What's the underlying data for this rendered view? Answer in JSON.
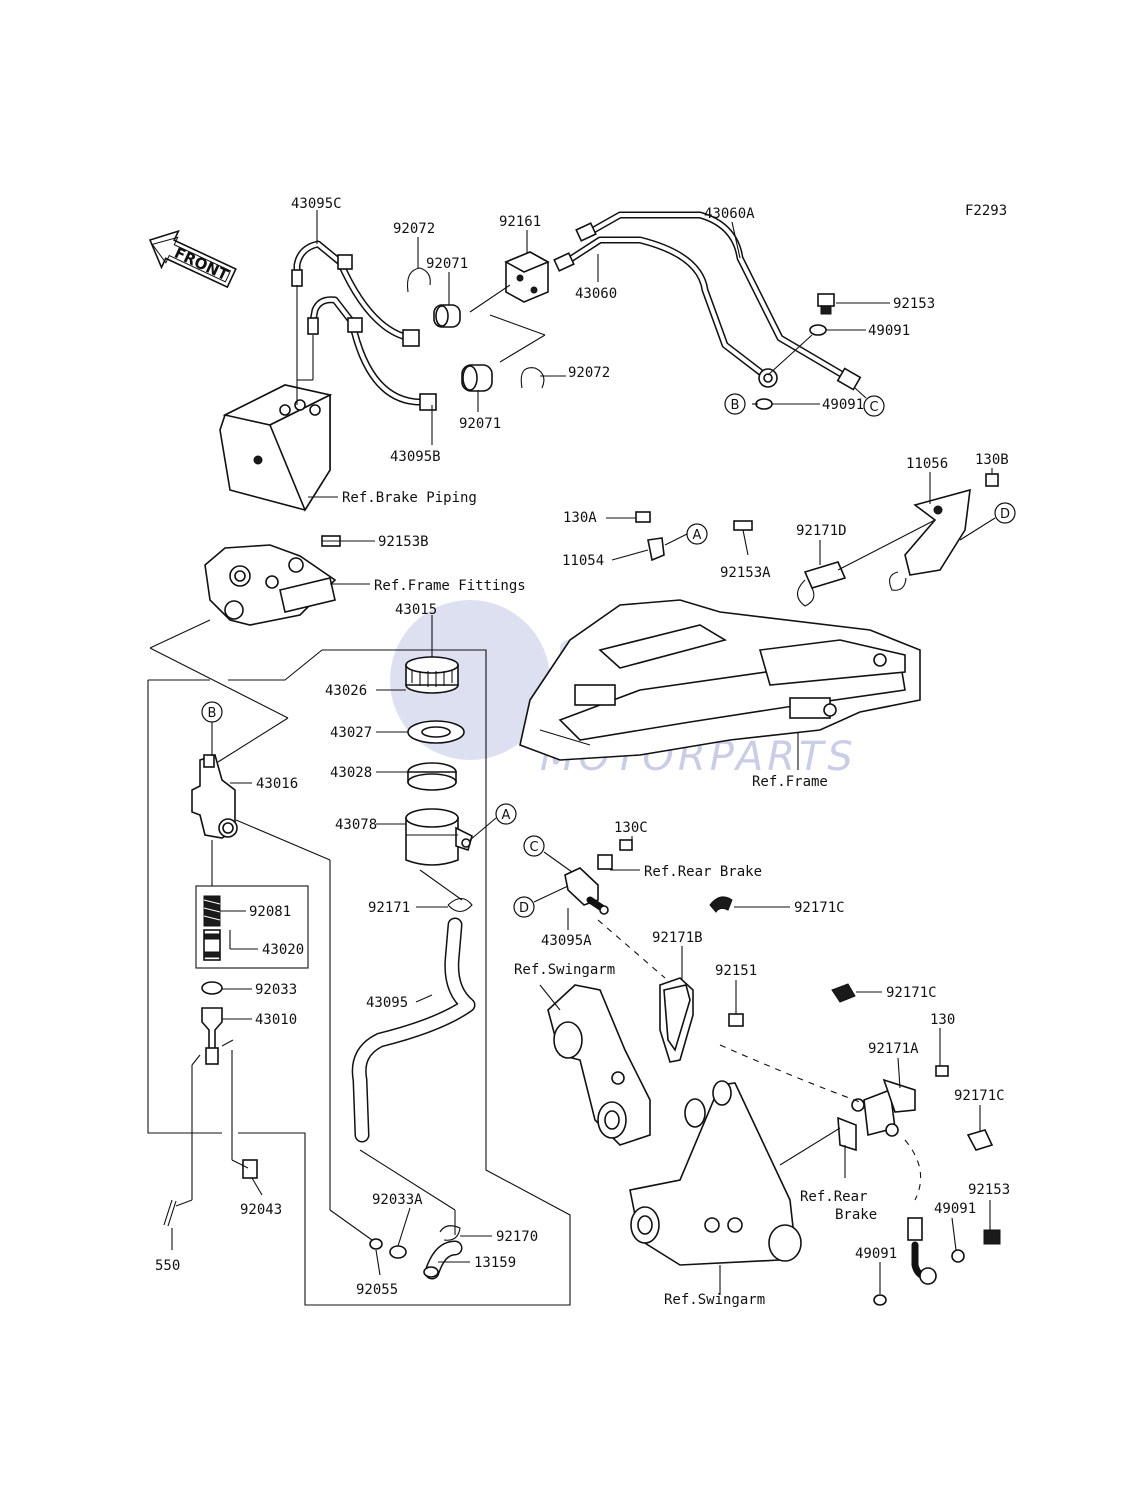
{
  "diagram_code": "F2293",
  "front_label": "FRONT",
  "watermark": {
    "text": "MOTORPARTS"
  },
  "part_labels": {
    "p43095C": "43095C",
    "p92072a": "92072",
    "p92071a": "92071",
    "p92161": "92161",
    "p43060A": "43060A",
    "p43060": "43060",
    "p92153a": "92153",
    "p49091a": "49091",
    "p49091b": "49091",
    "p92072b": "92072",
    "p92071b": "92071",
    "p43095B": "43095B",
    "p130B": "130B",
    "p11056": "11056",
    "p130A": "130A",
    "p92153A": "92153A",
    "p92171D": "92171D",
    "p11054": "11054",
    "p92153B": "92153B",
    "p43015": "43015",
    "p43026": "43026",
    "p43027": "43027",
    "p43028": "43028",
    "p43016": "43016",
    "p43078": "43078",
    "p130C": "130C",
    "p92171": "92171",
    "p92081": "92081",
    "p43020": "43020",
    "p43095A": "43095A",
    "p92171B": "92171B",
    "p92171C1": "92171C",
    "p92033": "92033",
    "p43010": "43010",
    "p43095": "43095",
    "p92151": "92151",
    "p92171C2": "92171C",
    "p130": "130",
    "p92171A": "92171A",
    "p92171C3": "92171C",
    "p92043": "92043",
    "p92033A": "92033A",
    "p92170": "92170",
    "p13159": "13159",
    "p92153b": "92153",
    "p49091c": "49091",
    "p49091d": "49091",
    "p550": "550",
    "p92055": "92055"
  },
  "references": {
    "brake_piping": "Ref.Brake Piping",
    "frame_fittings": "Ref.Frame Fittings",
    "frame": "Ref.Frame",
    "rear_brake_top": "Ref.Rear Brake",
    "swingarm_left": "Ref.Swingarm",
    "rear_brake_bottom_1": "Ref.Rear",
    "rear_brake_bottom_2": "Brake",
    "swingarm_bottom": "Ref.Swingarm"
  },
  "callouts": {
    "A": "A",
    "B": "B",
    "C": "C",
    "D": "D"
  }
}
